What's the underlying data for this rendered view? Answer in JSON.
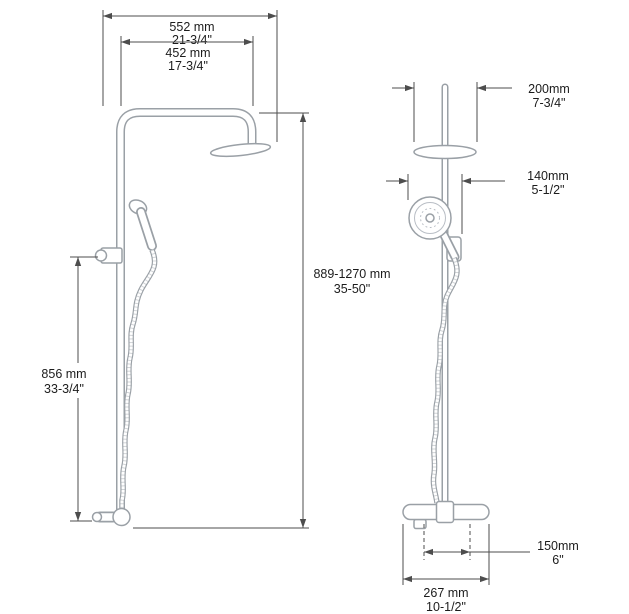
{
  "diagram": {
    "dims": {
      "d552": {
        "mm": "552 mm",
        "in": "21-3/4\""
      },
      "d452": {
        "mm": "452 mm",
        "in": "17-3/4\""
      },
      "d200": {
        "mm": "200mm",
        "in": "7-3/4\""
      },
      "d140": {
        "mm": "140mm",
        "in": "5-1/2\""
      },
      "d889": {
        "mm": "889-1270 mm",
        "in": "35-50\""
      },
      "d856": {
        "mm": "856 mm",
        "in": "33-3/4\""
      },
      "d150": {
        "mm": "150mm",
        "in": "6\""
      },
      "d267": {
        "mm": "267 mm",
        "in": "10-1/2\""
      }
    },
    "colors": {
      "figure_line": "#9aa0a6",
      "dimension_line": "#4d4d4d",
      "text": "#1c1c1c",
      "background": "#ffffff"
    }
  }
}
